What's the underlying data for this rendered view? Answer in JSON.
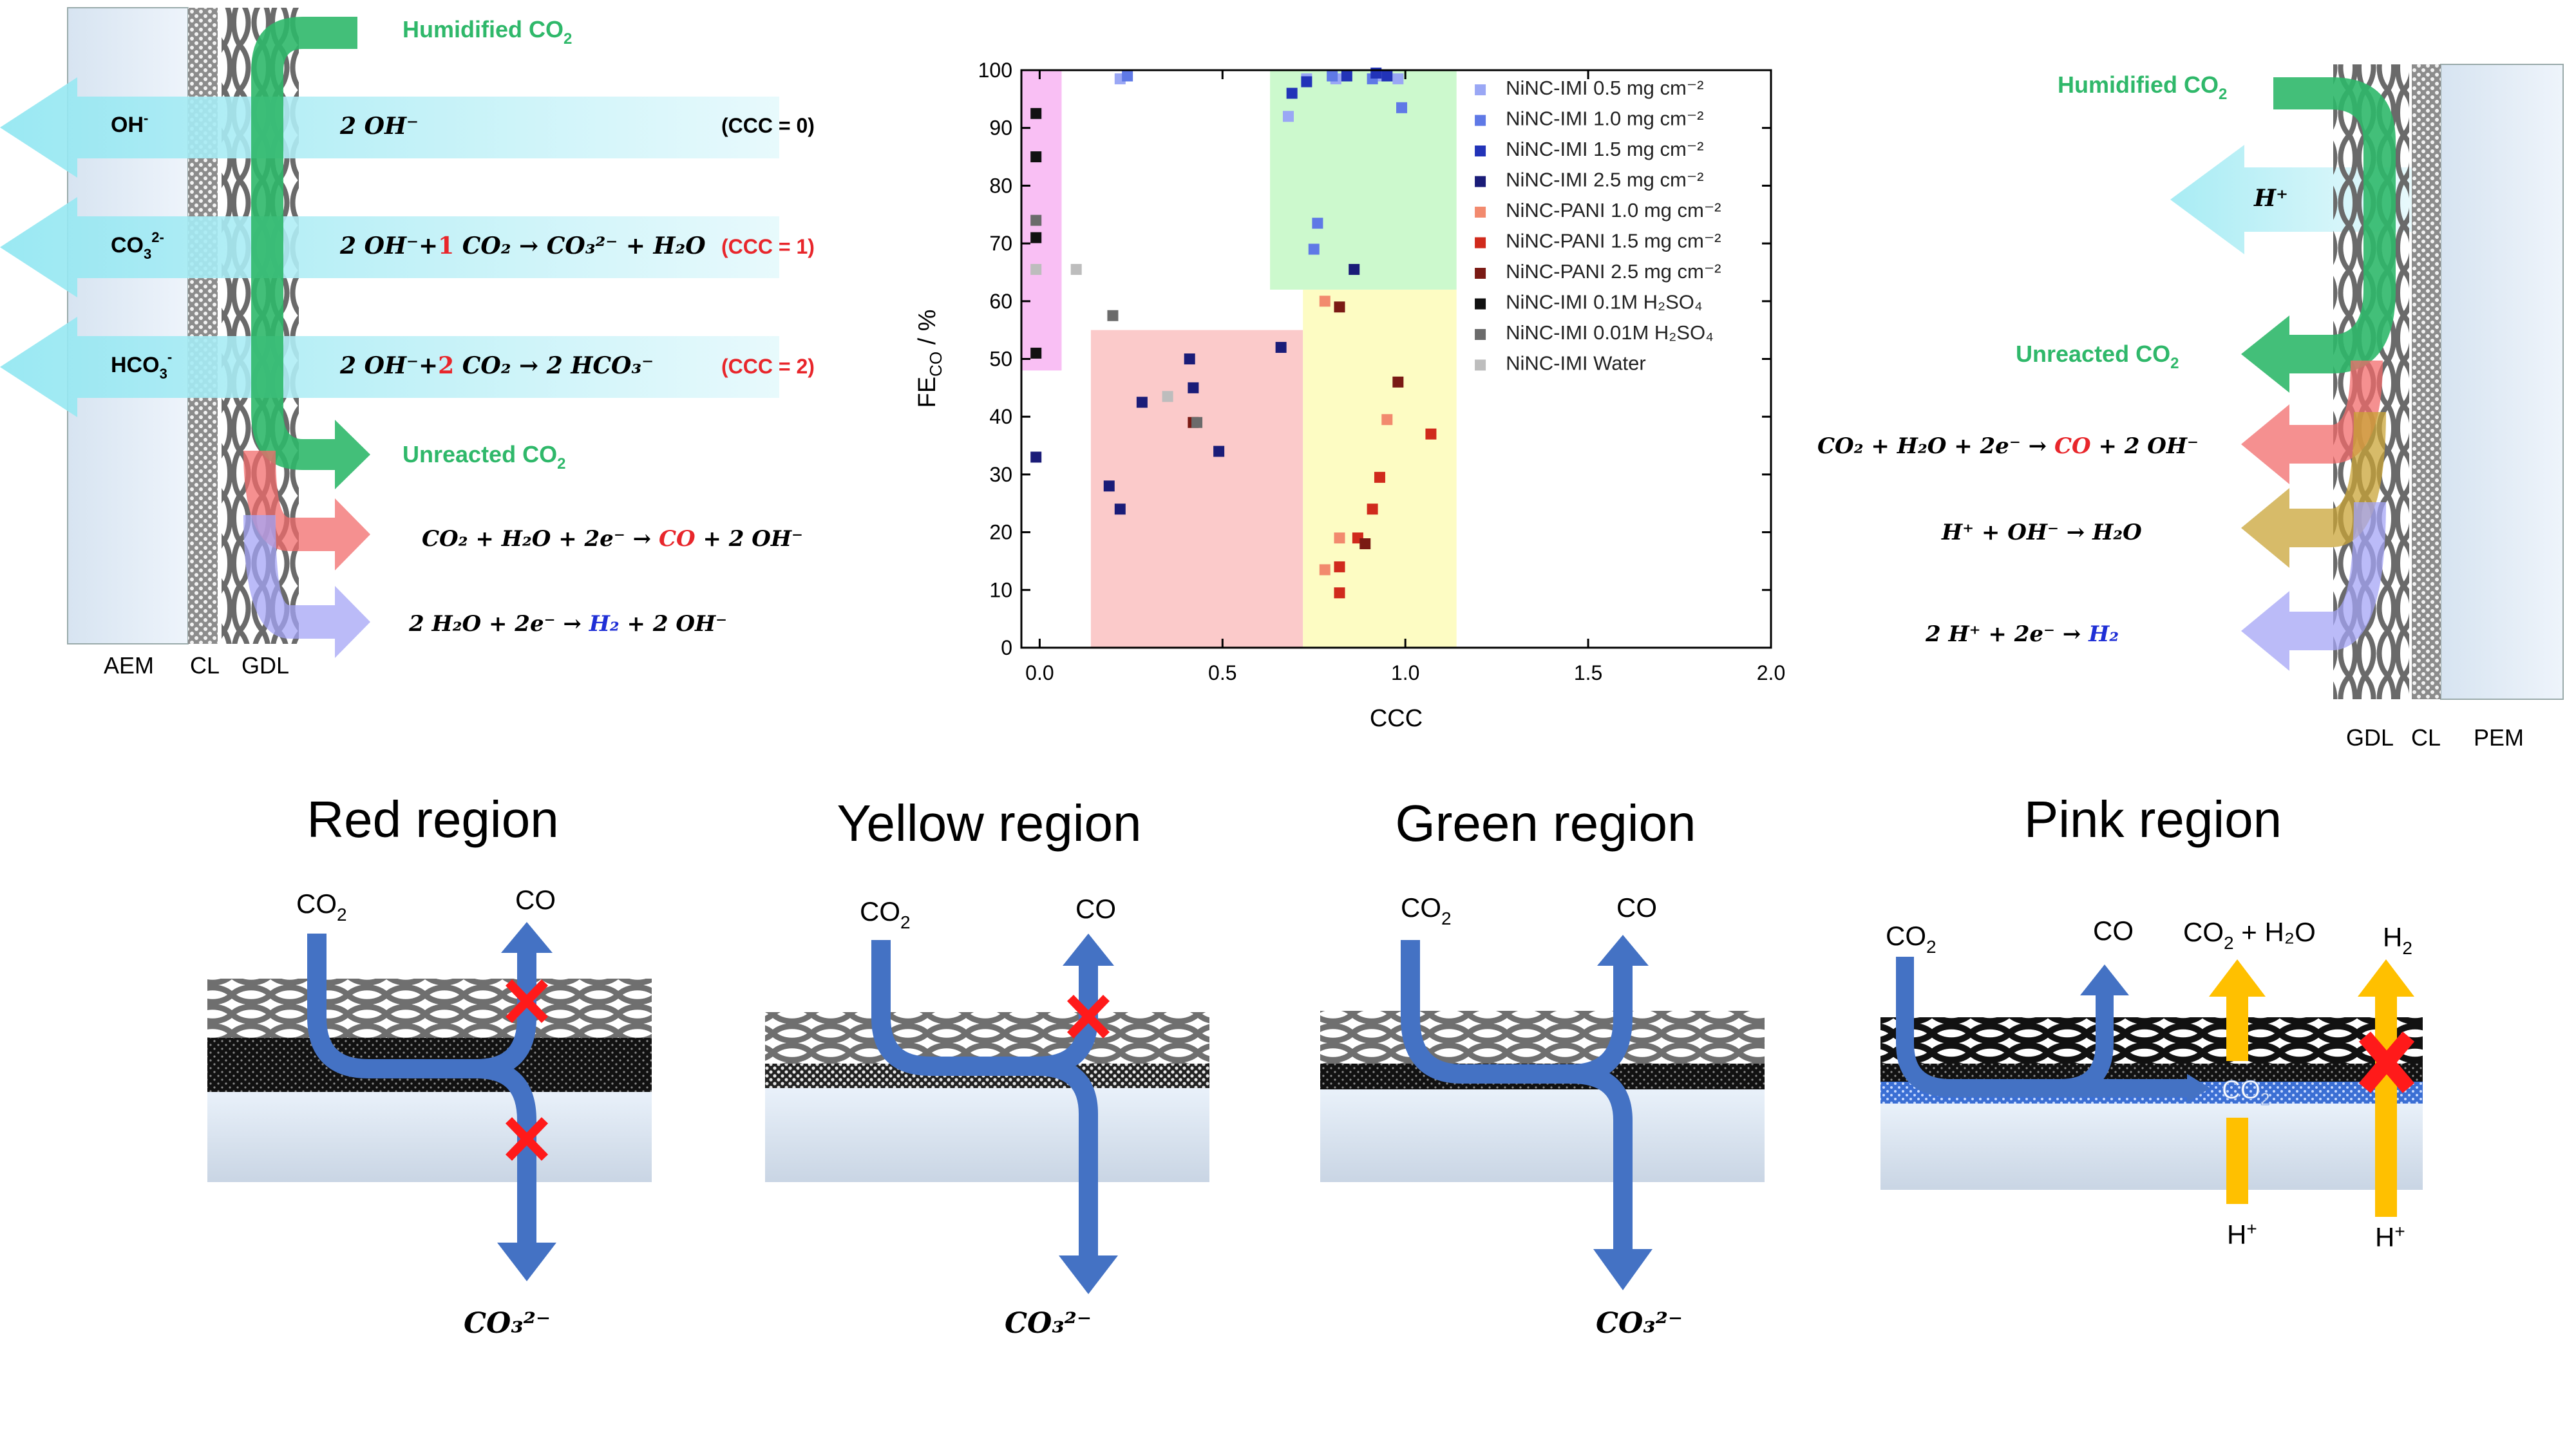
{
  "left_panel": {
    "labels": {
      "aem": "AEM",
      "cl": "CL",
      "gdl": "GDL"
    },
    "humidified_label": "Humidified CO",
    "humidified_sub": "2",
    "unreacted_label": "Unreacted CO",
    "unreacted_sub": "2",
    "ion_oh": "OH",
    "ion_oh_sup": "-",
    "ion_co3": "CO",
    "ion_co3_sub": "3",
    "ion_co3_sup": "2-",
    "ion_hco3": "HCO",
    "ion_hco3_sub": "3",
    "ion_hco3_sup": "-",
    "rxn1": "2 OH⁻",
    "rxn2_a": "2 OH⁻+",
    "rxn2_num": "1",
    "rxn2_b": " CO₂ → CO₃²⁻ + H₂O",
    "rxn3_a": "2 OH⁻+",
    "rxn3_num": "2",
    "rxn3_b": " CO₂ → 2 HCO₃⁻",
    "ccc0": "(CCC = 0)",
    "ccc1": "(CCC = 1)",
    "ccc2": "(CCC = 2)",
    "rxn_co_a": "CO₂ + H₂O + 2e⁻ → ",
    "rxn_co_b": "CO",
    "rxn_co_c": " + 2 OH⁻",
    "rxn_h2_a": "2 H₂O + 2e⁻ → ",
    "rxn_h2_b": "H₂",
    "rxn_h2_c": " + 2 OH⁻"
  },
  "right_panel": {
    "labels": {
      "gdl": "GDL",
      "cl": "CL",
      "pem": "PEM"
    },
    "humidified_label": "Humidified CO",
    "humidified_sub": "2",
    "unreacted_label": "Unreacted CO",
    "unreacted_sub": "2",
    "ion_h": "H⁺",
    "rxn_co_a": "CO₂ + H₂O + 2e⁻ → ",
    "rxn_co_b": "CO",
    "rxn_co_c": " + 2 OH⁻",
    "rxn_water": "H⁺ + OH⁻ →  H₂O",
    "rxn_h2_a": "2 H⁺ + 2e⁻ → ",
    "rxn_h2_b": "H₂"
  },
  "regions": {
    "red": "Red region",
    "yellow": "Yellow region",
    "green": "Green region",
    "pink": "Pink region",
    "co2": "CO",
    "co2_sub": "2",
    "co": "CO",
    "co3": "CO₃²⁻",
    "co2_h2o": "CO",
    "co2_h2o_sub": "2",
    "co2_h2o_tail": " + H₂O",
    "h2": "H",
    "h2_sub": "2",
    "hplus": "H",
    "hplus_sup": "+",
    "embedded_co2": "CO",
    "embedded_co2_sub": "2"
  },
  "colors": {
    "green": "#2fb86a",
    "red_text": "#e8262b",
    "blue_text": "#1f2fd6",
    "arrow_blue": "#4472c4",
    "arrow_orange": "#ffc000",
    "cross": "#ff1a1a",
    "cyan": "#6ad7e8"
  },
  "chart_data": {
    "type": "scatter",
    "xlabel": "CCC",
    "ylabel": "FE",
    "ylabel_sub": "CO",
    "ylabel_tail": " / %",
    "xlim": [
      0,
      2.0
    ],
    "ylim": [
      0,
      100
    ],
    "xticks": [
      "0.0",
      "0.5",
      "1.0",
      "1.5",
      "2.0"
    ],
    "yticks": [
      "0",
      "10",
      "20",
      "30",
      "40",
      "50",
      "60",
      "70",
      "80",
      "90",
      "100"
    ],
    "legend_position": "top-right",
    "shaded_regions": [
      {
        "name": "pink",
        "color": "#f8b8f3",
        "x": [
          -0.05,
          0.06
        ],
        "y": [
          48,
          100
        ]
      },
      {
        "name": "red",
        "color": "#fbc4c4",
        "x": [
          0.14,
          0.72
        ],
        "y": [
          0,
          55
        ]
      },
      {
        "name": "yellow",
        "color": "#fdfcbc",
        "x": [
          0.72,
          1.14
        ],
        "y": [
          0,
          62
        ]
      },
      {
        "name": "green",
        "color": "#c6f8c8",
        "x": [
          0.63,
          1.14
        ],
        "y": [
          62,
          100
        ]
      }
    ],
    "series": [
      {
        "name": "NiNC-IMI 0.5 mg cm⁻²",
        "color": "#9aa7f5",
        "points": [
          [
            0.22,
            98.5
          ],
          [
            0.68,
            92
          ],
          [
            0.73,
            98.5
          ],
          [
            0.81,
            98.5
          ],
          [
            0.94,
            99
          ],
          [
            0.98,
            98.5
          ]
        ]
      },
      {
        "name": "NiNC-IMI 1.0 mg cm⁻²",
        "color": "#5f79e6",
        "points": [
          [
            0.24,
            99
          ],
          [
            0.76,
            73.5
          ],
          [
            0.75,
            69
          ],
          [
            0.8,
            99
          ],
          [
            0.91,
            98.5
          ],
          [
            0.99,
            93.5
          ]
        ]
      },
      {
        "name": "NiNC-IMI 1.5 mg cm⁻²",
        "color": "#2233b8",
        "points": [
          [
            0.69,
            96
          ],
          [
            0.73,
            98
          ],
          [
            0.84,
            99
          ],
          [
            0.92,
            99.5
          ],
          [
            0.95,
            99
          ]
        ]
      },
      {
        "name": "NiNC-IMI 2.5 mg cm⁻²",
        "color": "#1a1c78",
        "points": [
          [
            -0.01,
            33
          ],
          [
            0.19,
            28
          ],
          [
            0.22,
            24
          ],
          [
            0.28,
            42.5
          ],
          [
            0.41,
            50
          ],
          [
            0.42,
            45
          ],
          [
            0.49,
            34
          ],
          [
            0.66,
            52
          ],
          [
            0.86,
            65.5
          ]
        ]
      },
      {
        "name": "NiNC-PANI 1.0 mg cm⁻²",
        "color": "#f28a6e",
        "points": [
          [
            0.78,
            60
          ],
          [
            0.78,
            13.5
          ],
          [
            0.82,
            19
          ],
          [
            0.95,
            39.5
          ]
        ]
      },
      {
        "name": "NiNC-PANI 1.5 mg cm⁻²",
        "color": "#d02a1c",
        "points": [
          [
            0.82,
            9.5
          ],
          [
            0.82,
            14
          ],
          [
            0.87,
            19
          ],
          [
            0.91,
            24
          ],
          [
            0.93,
            29.5
          ],
          [
            1.07,
            37
          ]
        ]
      },
      {
        "name": "NiNC-PANI 2.5 mg cm⁻²",
        "color": "#7a1a14",
        "points": [
          [
            0.82,
            59
          ],
          [
            0.89,
            18
          ],
          [
            0.98,
            46
          ],
          [
            0.42,
            39
          ]
        ]
      },
      {
        "name": "NiNC-IMI 0.1M H₂SO₄",
        "color": "#111111",
        "points": [
          [
            -0.01,
            92.5
          ],
          [
            -0.01,
            85
          ],
          [
            -0.01,
            71
          ],
          [
            -0.01,
            51
          ]
        ]
      },
      {
        "name": "NiNC-IMI 0.01M H₂SO₄",
        "color": "#6b6b6b",
        "points": [
          [
            -0.01,
            74
          ],
          [
            0.2,
            57.5
          ],
          [
            0.43,
            39
          ]
        ]
      },
      {
        "name": "NiNC-IMI Water",
        "color": "#bdbdbd",
        "points": [
          [
            -0.01,
            65.5
          ],
          [
            0.1,
            65.5
          ],
          [
            0.35,
            43.5
          ]
        ]
      }
    ]
  }
}
